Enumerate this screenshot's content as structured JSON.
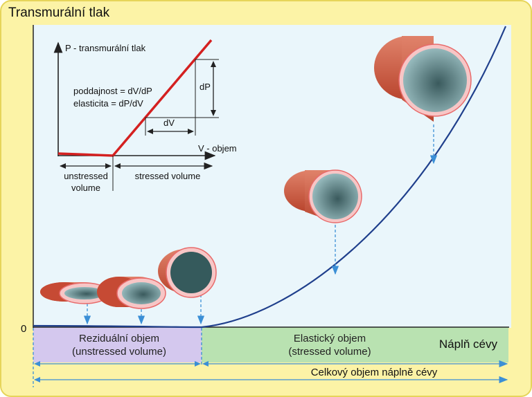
{
  "title": "Transmurální tlak",
  "zero_label": "0",
  "axis_x_label": "Náplň cévy",
  "residual": {
    "line1": "Reziduální objem",
    "line2": "(unstressed volume)"
  },
  "elastic": {
    "line1": "Elastický objem",
    "line2": "(stressed volume)"
  },
  "total_label": "Celkový objem náplně cévy",
  "inset": {
    "y_label": "P - transmurální  tlak",
    "x_label": "V - objem",
    "compliance": "poddajnost = dV/dP",
    "elasticity": "elasticita = dP/dV",
    "dP": "dP",
    "dV": "dV",
    "unstressed_line1": "unstressed",
    "unstressed_line2": "volume",
    "stressed": "stressed volume"
  },
  "colors": {
    "frame_bg": "#fcf3a6",
    "plot_bg": "#eaf6fb",
    "residual_band": "#d4c8ee",
    "elastic_band": "#b9e2b1",
    "curve": "#1f3f8c",
    "inset_line": "#d42020",
    "arrow": "#3b8fd6"
  }
}
